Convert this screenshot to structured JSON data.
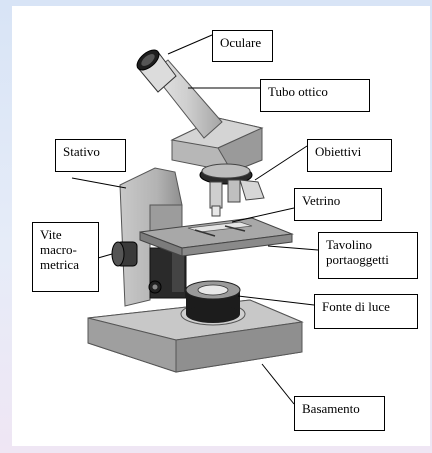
{
  "diagram": {
    "labels": {
      "oculare": "Oculare",
      "tubo_ottico": "Tubo ottico",
      "stativo": "Stativo",
      "obiettivi": "Obiettivi",
      "vetrino": "Vetrino",
      "vite_line1": "Vite",
      "vite_line2": "macro-",
      "vite_line3": "metrica",
      "tavolino_line1": "Tavolino",
      "tavolino_line2": "portaoggetti",
      "fonte_di_luce": "Fonte di luce",
      "basamento": "Basamento"
    }
  }
}
